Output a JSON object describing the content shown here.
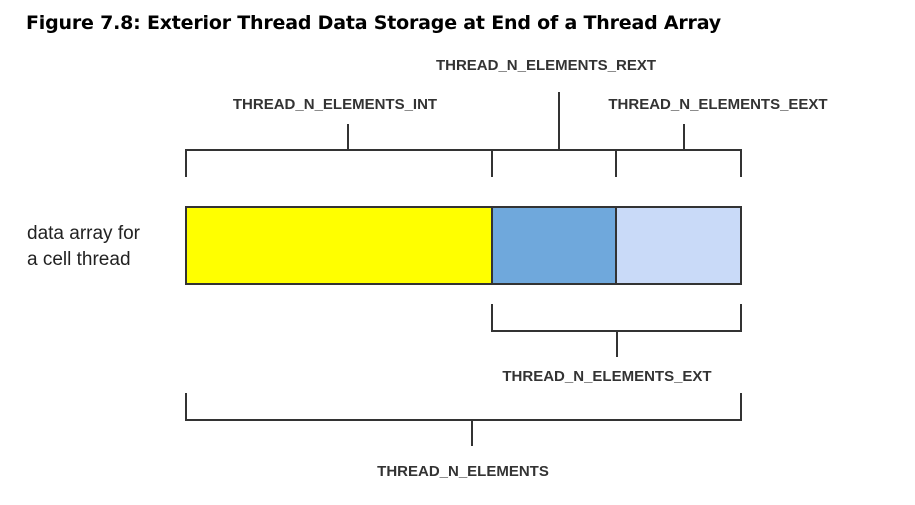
{
  "figure": {
    "title": "Figure 7.8: Exterior Thread Data Storage at End of a Thread Array"
  },
  "array": {
    "label_line1": "data array for",
    "label_line2": "a cell thread"
  },
  "segments": [
    {
      "name": "int",
      "color": "#ffff00"
    },
    {
      "name": "rext",
      "color": "#6fa8dc"
    },
    {
      "name": "eext",
      "color": "#c9daf8"
    }
  ],
  "labels": {
    "int": "THREAD_N_ELEMENTS_INT",
    "rext": "THREAD_N_ELEMENTS_REXT",
    "eext": "THREAD_N_ELEMENTS_EEXT",
    "ext": "THREAD_N_ELEMENTS_EXT",
    "total": "THREAD_N_ELEMENTS"
  },
  "colors": {
    "stroke": "#333333"
  }
}
